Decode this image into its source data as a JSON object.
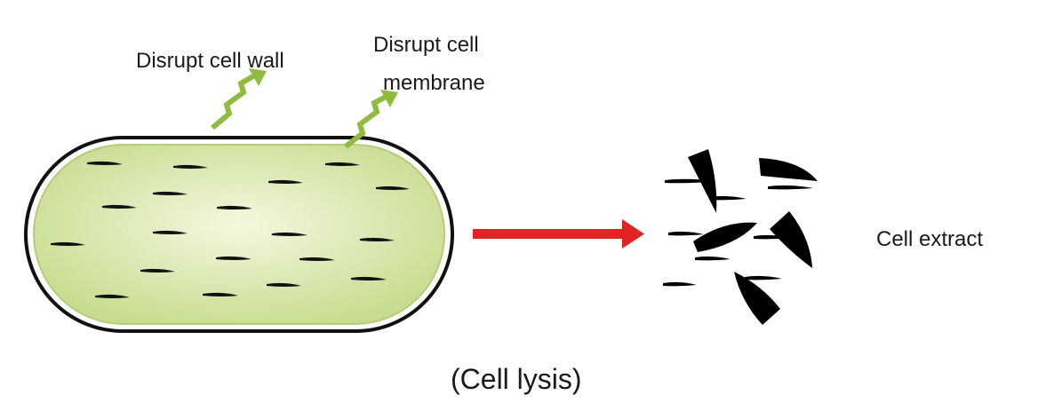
{
  "labels": {
    "disrupt_wall": "Disrupt cell wall",
    "disrupt_membrane_line1": "Disrupt cell",
    "disrupt_membrane_line2": "membrane",
    "cell_extract": "Cell extract",
    "caption": "(Cell lysis)"
  },
  "colors": {
    "cell_fill_center": "#f4f8df",
    "cell_fill_edge": "#c7dc8f",
    "cell_outline": "#111111",
    "cell_inner_rim": "#b7cc79",
    "zigzag_arrow": "#8fbb3e",
    "process_arrow": "#e02424",
    "fragment": "#000000"
  },
  "icons": {
    "wall_disruption": "zigzag-arrow-icon",
    "membrane_disruption": "zigzag-arrow-icon",
    "process": "right-arrow-icon"
  }
}
